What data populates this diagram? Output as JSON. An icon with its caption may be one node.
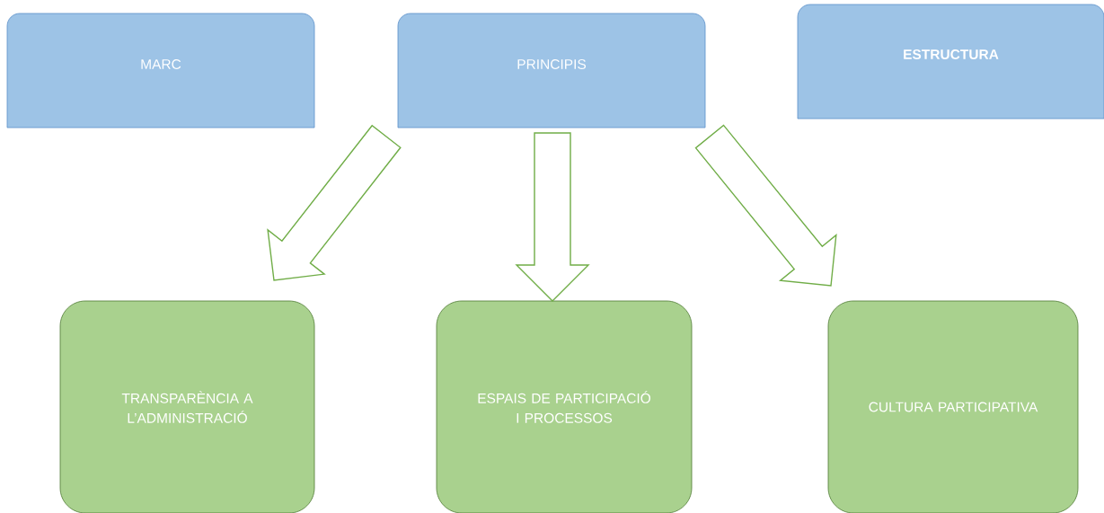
{
  "diagram": {
    "nodes": [
      {
        "text": [
          "MARC"
        ]
      },
      {
        "text": [
          "PRINCIPIS"
        ]
      },
      {
        "text": [
          "ESTRUCTURA"
        ]
      },
      {
        "text": [
          "TRANSPARÈNCIA A L’ADMINISTRACIÓ"
        ]
      },
      {
        "text": [
          "ESPAIS DE PARTICIPACIÓ I PROCESSOS"
        ]
      },
      {
        "text": [
          "CULTURA PARTICIPATIVA"
        ]
      }
    ],
    "edges": [
      {
        "from": 1,
        "to": 3,
        "arrow": "to"
      },
      {
        "from": 1,
        "to": 4,
        "arrow": "to"
      },
      {
        "from": 1,
        "to": 5,
        "arrow": "to"
      }
    ]
  }
}
